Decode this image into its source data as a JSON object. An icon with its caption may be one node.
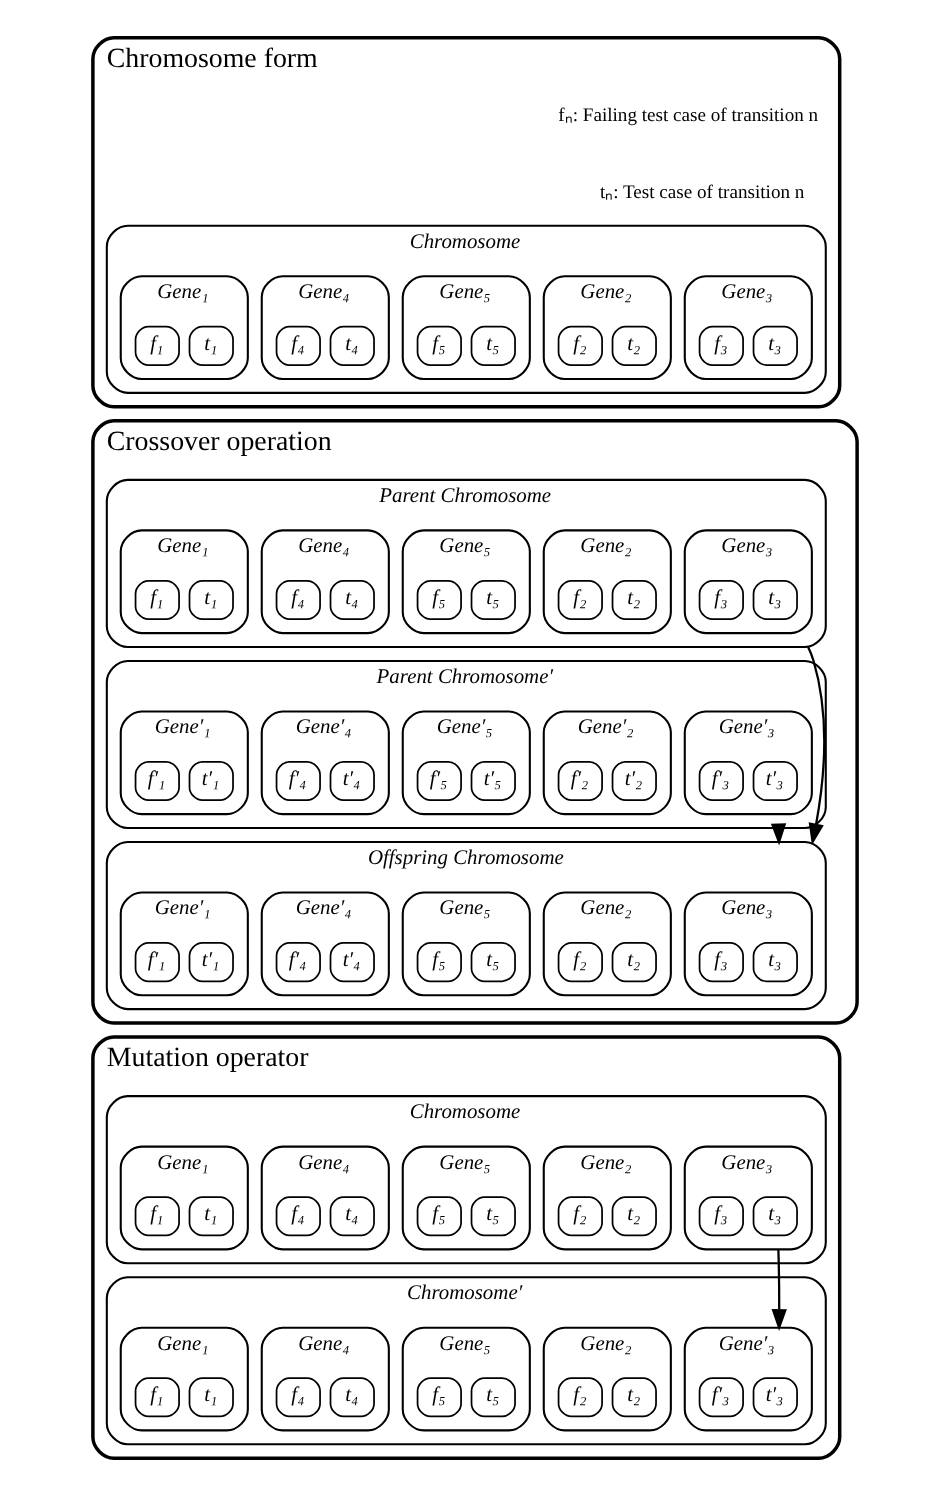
{
  "diagram": {
    "nodes": [
      {
        "text": [
          "Chromosome form"
        ]
      },
      {
        "text": [
          "Chromosome"
        ],
        "in": 0
      },
      {
        "text": [
          "Gene₁"
        ],
        "in": 1
      },
      {
        "text": [
          "f₁"
        ],
        "in": 2
      },
      {
        "text": [
          "t₁"
        ],
        "in": 2
      },
      {
        "text": [
          "Gene₄"
        ],
        "in": 1
      },
      {
        "text": [
          "f₄"
        ],
        "in": 5
      },
      {
        "text": [
          "t₄"
        ],
        "in": 5
      },
      {
        "text": [
          "Gene₅"
        ],
        "in": 1
      },
      {
        "text": [
          "f₅"
        ],
        "in": 8
      },
      {
        "text": [
          "t₅"
        ],
        "in": 8
      },
      {
        "text": [
          "Gene₂"
        ],
        "in": 1
      },
      {
        "text": [
          "f₂"
        ],
        "in": 11
      },
      {
        "text": [
          "t₂"
        ],
        "in": 11
      },
      {
        "text": [
          "Gene₃"
        ],
        "in": 1
      },
      {
        "text": [
          "f₃"
        ],
        "in": 14
      },
      {
        "text": [
          "t₃"
        ],
        "in": 14
      },
      {
        "text": [
          "Crossover operation"
        ]
      },
      {
        "text": [
          "Parent Chromosome"
        ],
        "in": 17
      },
      {
        "text": [
          "Gene₁"
        ],
        "in": 18
      },
      {
        "text": [
          "f₁"
        ],
        "in": 19
      },
      {
        "text": [
          "t₁"
        ],
        "in": 19
      },
      {
        "text": [
          "Gene₄"
        ],
        "in": 18
      },
      {
        "text": [
          "f₄"
        ],
        "in": 22
      },
      {
        "text": [
          "t₄"
        ],
        "in": 22
      },
      {
        "text": [
          "Gene₅"
        ],
        "in": 18
      },
      {
        "text": [
          "f₅"
        ],
        "in": 25
      },
      {
        "text": [
          "t₅"
        ],
        "in": 25
      },
      {
        "text": [
          "Gene₂"
        ],
        "in": 18
      },
      {
        "text": [
          "f₂"
        ],
        "in": 28
      },
      {
        "text": [
          "t₂"
        ],
        "in": 28
      },
      {
        "text": [
          "Gene₃"
        ],
        "in": 18
      },
      {
        "text": [
          "f₃"
        ],
        "in": 31
      },
      {
        "text": [
          "t₃"
        ],
        "in": 31
      },
      {
        "text": [
          "Parent Chromosome′"
        ],
        "in": 17
      },
      {
        "text": [
          "Gene′₁"
        ],
        "in": 34
      },
      {
        "text": [
          "f′₁"
        ],
        "in": 35
      },
      {
        "text": [
          "t′₁"
        ],
        "in": 35
      },
      {
        "text": [
          "Gene′₄"
        ],
        "in": 34
      },
      {
        "text": [
          "f′₄"
        ],
        "in": 38
      },
      {
        "text": [
          "t′₄"
        ],
        "in": 38
      },
      {
        "text": [
          "Gene′₅"
        ],
        "in": 34
      },
      {
        "text": [
          "f′₅"
        ],
        "in": 41
      },
      {
        "text": [
          "t′₅"
        ],
        "in": 41
      },
      {
        "text": [
          "Gene′₂"
        ],
        "in": 34
      },
      {
        "text": [
          "f′₂"
        ],
        "in": 44
      },
      {
        "text": [
          "t′₂"
        ],
        "in": 44
      },
      {
        "text": [
          "Gene′₃"
        ],
        "in": 34
      },
      {
        "text": [
          "f′₃"
        ],
        "in": 47
      },
      {
        "text": [
          "t′₃"
        ],
        "in": 47
      },
      {
        "text": [
          "Offspring Chromosome"
        ],
        "in": 17
      },
      {
        "text": [
          "Gene′₁"
        ],
        "in": 50
      },
      {
        "text": [
          "f′₁"
        ],
        "in": 51
      },
      {
        "text": [
          "t′₁"
        ],
        "in": 51
      },
      {
        "text": [
          "Gene′₄"
        ],
        "in": 50
      },
      {
        "text": [
          "f′₄"
        ],
        "in": 54
      },
      {
        "text": [
          "t′₄"
        ],
        "in": 54
      },
      {
        "text": [
          "Gene₅"
        ],
        "in": 50
      },
      {
        "text": [
          "f₅"
        ],
        "in": 57
      },
      {
        "text": [
          "t₅"
        ],
        "in": 57
      },
      {
        "text": [
          "Gene₂"
        ],
        "in": 50
      },
      {
        "text": [
          "f₂"
        ],
        "in": 60
      },
      {
        "text": [
          "t₂"
        ],
        "in": 60
      },
      {
        "text": [
          "Gene₃"
        ],
        "in": 50
      },
      {
        "text": [
          "f₃"
        ],
        "in": 63
      },
      {
        "text": [
          "t₃"
        ],
        "in": 63
      },
      {
        "text": [
          "Mutation operator"
        ]
      },
      {
        "text": [
          "Chromosome"
        ],
        "in": 66
      },
      {
        "text": [
          "Gene₁"
        ],
        "in": 67
      },
      {
        "text": [
          "f₁"
        ],
        "in": 68
      },
      {
        "text": [
          "t₁"
        ],
        "in": 68
      },
      {
        "text": [
          "Gene₄"
        ],
        "in": 67
      },
      {
        "text": [
          "f₄"
        ],
        "in": 71
      },
      {
        "text": [
          "t₄"
        ],
        "in": 71
      },
      {
        "text": [
          "Gene₅"
        ],
        "in": 67
      },
      {
        "text": [
          "f₅"
        ],
        "in": 74
      },
      {
        "text": [
          "t₅"
        ],
        "in": 74
      },
      {
        "text": [
          "Gene₂"
        ],
        "in": 67
      },
      {
        "text": [
          "f₂"
        ],
        "in": 77
      },
      {
        "text": [
          "t₂"
        ],
        "in": 77
      },
      {
        "text": [
          "Gene₃"
        ],
        "in": 67
      },
      {
        "text": [
          "f₃"
        ],
        "in": 80
      },
      {
        "text": [
          "t₃"
        ],
        "in": 80
      },
      {
        "text": [
          "Chromosome′"
        ],
        "in": 66
      },
      {
        "text": [
          "Gene₁"
        ],
        "in": 83
      },
      {
        "text": [
          "f₁"
        ],
        "in": 84
      },
      {
        "text": [
          "t₁"
        ],
        "in": 84
      },
      {
        "text": [
          "Gene₄"
        ],
        "in": 83
      },
      {
        "text": [
          "f₄"
        ],
        "in": 87
      },
      {
        "text": [
          "t₄"
        ],
        "in": 87
      },
      {
        "text": [
          "Gene₅"
        ],
        "in": 83
      },
      {
        "text": [
          "f₅"
        ],
        "in": 90
      },
      {
        "text": [
          "t₅"
        ],
        "in": 90
      },
      {
        "text": [
          "Gene₂"
        ],
        "in": 83
      },
      {
        "text": [
          "f₂"
        ],
        "in": 93
      },
      {
        "text": [
          "t₂"
        ],
        "in": 93
      },
      {
        "text": [
          "Gene′₃"
        ],
        "in": 83
      },
      {
        "text": [
          "f′₃"
        ],
        "in": 96
      },
      {
        "text": [
          "t′₃"
        ],
        "in": 96
      }
    ],
    "edges": [
      {
        "from": 34,
        "to": 50,
        "arrow": "to"
      },
      {
        "from": 18,
        "to": 50,
        "arrow": "to"
      },
      {
        "from": 80,
        "to": 96,
        "arrow": "to"
      }
    ],
    "labels": [
      "fₙ: Failing test case of transition n",
      "tₙ: Test case of transition n"
    ]
  }
}
